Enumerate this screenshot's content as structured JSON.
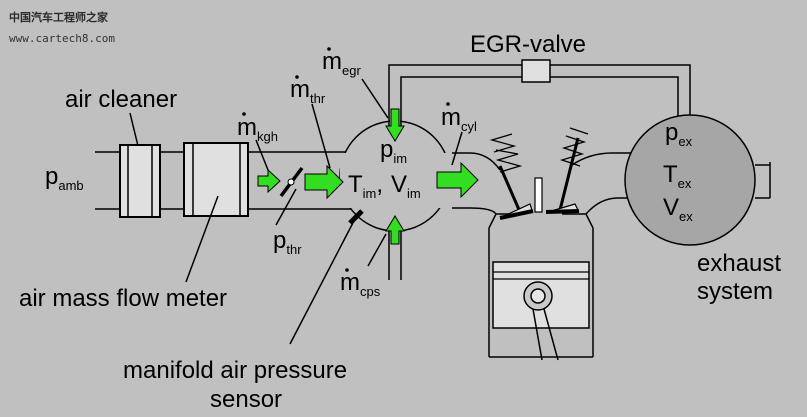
{
  "watermark": {
    "site_name": "中国汽车工程师之家",
    "url": "www.cartech8.com"
  },
  "labels": {
    "egr_valve": "EGR-valve",
    "air_cleaner": "air cleaner",
    "air_mass_flow_meter": "air mass flow meter",
    "map_sensor_line1": "manifold air pressure",
    "map_sensor_line2": "sensor",
    "exhaust_line1": "exhaust",
    "exhaust_line2": "system"
  },
  "symbols": {
    "p_amb": {
      "main": "p",
      "sub": "amb"
    },
    "m_egr": {
      "main": "m",
      "sub": "egr"
    },
    "m_thr": {
      "main": "m",
      "sub": "thr"
    },
    "m_kgh": {
      "main": "m",
      "sub": "kgh"
    },
    "p_im": {
      "main": "p",
      "sub": "im"
    },
    "m_cyl": {
      "main": "m",
      "sub": "cyl"
    },
    "T_im": {
      "main": "T",
      "sub": "im"
    },
    "V_im": {
      "main": "V",
      "sub": "im"
    },
    "comma": ",",
    "p_thr": {
      "main": "p",
      "sub": "thr"
    },
    "m_cps": {
      "main": "m",
      "sub": "cps"
    },
    "p_ex": {
      "main": "p",
      "sub": "ex"
    },
    "T_ex": {
      "main": "T",
      "sub": "ex"
    },
    "V_ex": {
      "main": "V",
      "sub": "ex"
    }
  },
  "colors": {
    "background": "#c0c0c0",
    "pipe_fill": "#c0c0c0",
    "component_fill": "#e0e0e0",
    "exhaust_manifold_fill": "#a6a6a6",
    "flow_arrow": "#33dd22",
    "outline": "#000000"
  }
}
